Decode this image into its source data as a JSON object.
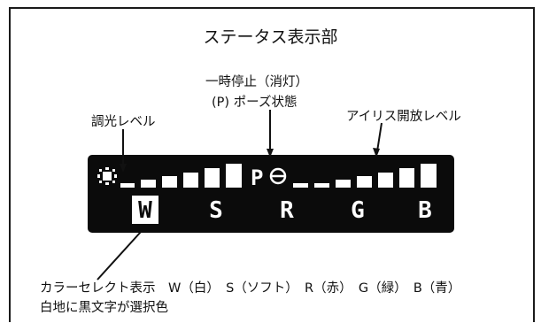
{
  "title": "ステータス表示部",
  "annotations": {
    "pause_line1": "一時停止（消灯）",
    "pause_line2": "(P) ポーズ状態",
    "dimmer": "調光レベル",
    "iris": "アイリス開放レベル",
    "color_select": "カラーセレクト表示　W（白）　S（ソフト）　R（赤）　G（緑）　B（青）",
    "color_note": "白地に黒文字が選択色"
  },
  "lcd": {
    "sun_icon": "sun-icon",
    "pause_char": "P",
    "iris_icon": "iris-icon",
    "dimmer_level": 6,
    "iris_level": 6,
    "color_modes": [
      "W",
      "S",
      "R",
      "G",
      "B"
    ],
    "selected_mode": "W"
  },
  "colors": {
    "lcd_bg": "#0b0b0b",
    "segment": "#ffffff",
    "text": "#111111"
  }
}
